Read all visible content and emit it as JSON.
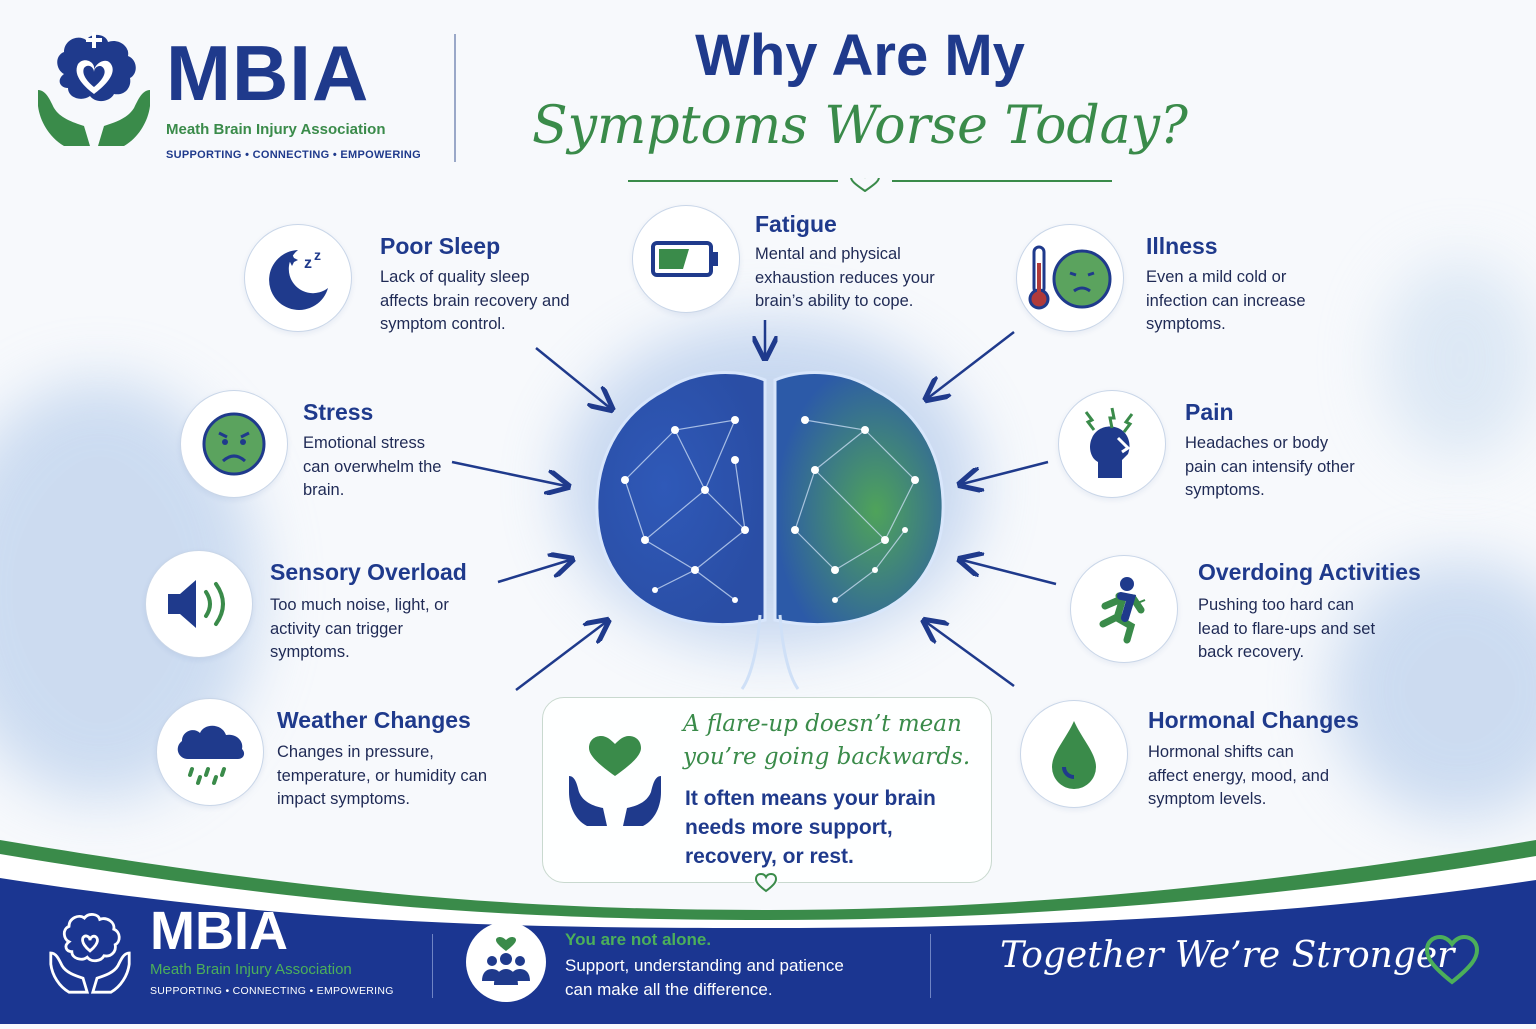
{
  "header": {
    "logo_word": "MBIA",
    "logo_subtitle": "Meath Brain Injury Association",
    "logo_tagline": "SUPPORTING • CONNECTING • EMPOWERING",
    "title_line1": "Why Are My",
    "title_line2": "Symptoms Worse Today?"
  },
  "factors": {
    "poor_sleep": {
      "title": "Poor Sleep",
      "text": "Lack of quality sleep affects brain recovery and symptom control.",
      "icon": "moon-zzz-icon"
    },
    "fatigue": {
      "title": "Fatigue",
      "text": "Mental and physical exhaustion reduces your brain’s ability to cope.",
      "icon": "low-battery-icon"
    },
    "illness": {
      "title": "Illness",
      "text": "Even a mild cold or infection can increase symptoms.",
      "icon": "thermometer-sick-face-icon"
    },
    "stress": {
      "title": "Stress",
      "text": "Emotional stress can overwhelm the brain.",
      "icon": "worried-face-icon"
    },
    "pain": {
      "title": "Pain",
      "text": "Headaches or body pain can intensify other symptoms.",
      "icon": "headache-icon"
    },
    "sensory": {
      "title": "Sensory Overload",
      "text": "Too much noise, light, or activity can trigger symptoms.",
      "icon": "speaker-icon"
    },
    "overdoing": {
      "title": "Overdoing Activities",
      "text": "Pushing too hard can lead to flare-ups and set back recovery.",
      "icon": "running-person-icon"
    },
    "weather": {
      "title": "Weather Changes",
      "text": "Changes in pressure, temperature, or humidity can impact symptoms.",
      "icon": "rain-cloud-icon"
    },
    "hormonal": {
      "title": "Hormonal Changes",
      "text": "Hormonal shifts can affect energy, mood, and symptom levels.",
      "icon": "drop-icon"
    }
  },
  "message": {
    "script_line1": "A flare-up doesn’t mean",
    "script_line2": "you’re going backwards.",
    "body_line1": "It often means your brain",
    "body_line2": "needs more support,",
    "body_line3": "recovery, or rest."
  },
  "footer": {
    "logo_word": "MBIA",
    "logo_subtitle": "Meath Brain Injury Association",
    "logo_tagline": "SUPPORTING • CONNECTING • EMPOWERING",
    "not_alone_heading": "You are not alone.",
    "not_alone_line1": "Support, understanding and patience",
    "not_alone_line2": "can make all the difference.",
    "slogan": "Together We’re Stronger"
  },
  "colors": {
    "navy": "#1f3a8c",
    "green": "#3a8b4a",
    "footer_bg": "#1b3691"
  }
}
